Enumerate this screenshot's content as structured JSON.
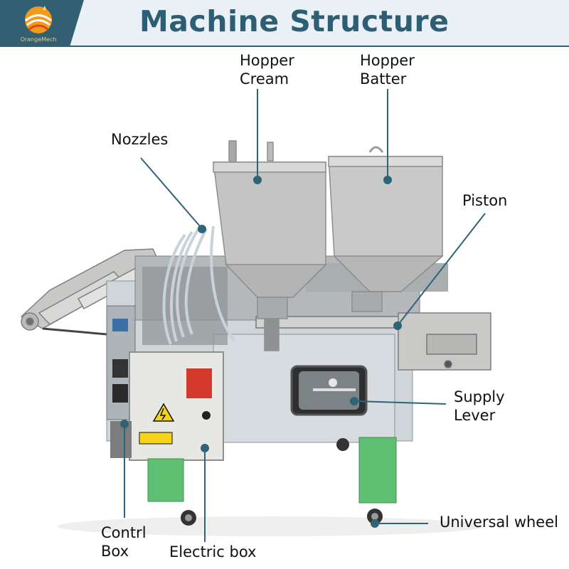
{
  "header": {
    "title": "Machine Structure",
    "logo_text": "OrangeMech",
    "colors": {
      "band": "#325f71",
      "accent": "#e9f1f6",
      "title": "#2e5e73"
    }
  },
  "labels": {
    "hopper_cream": [
      "Hopper",
      "Cream"
    ],
    "hopper_batter": [
      "Hopper",
      "Batter"
    ],
    "nozzles": "Nozzles",
    "piston": "Piston",
    "supply_lever": [
      "Supply",
      "Lever"
    ],
    "universal_wheel": "Universal wheel",
    "control_box": [
      "Contrl",
      "Box"
    ],
    "electric_box": "Electric box"
  },
  "callout_color": "#2f6478"
}
